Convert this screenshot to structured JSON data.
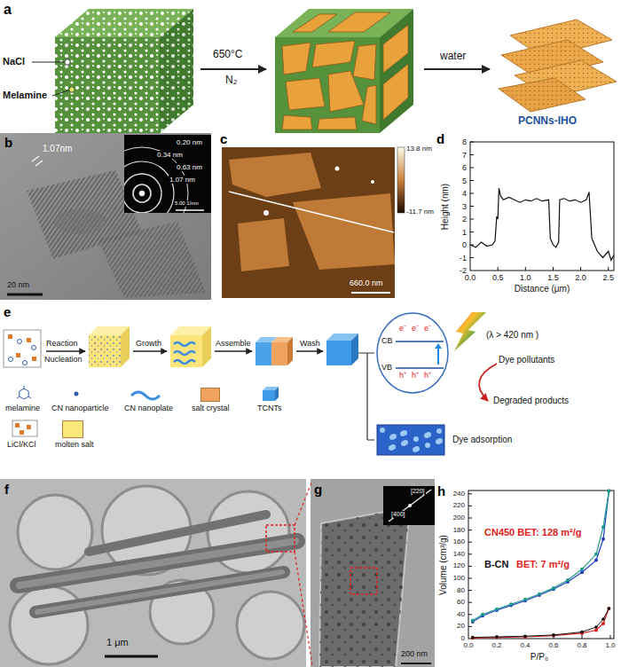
{
  "diagram": {
    "nodes": [
      {
        "text": [
          "CB",
          "VB",
          "e⁻",
          "e⁻",
          "e⁻",
          "h⁺",
          "h⁺",
          "h⁺"
        ]
      },
      {
        "text": [
          "Dye adsorption"
        ]
      }
    ],
    "labels": [
      "a",
      "NaCl",
      "Melamine",
      "650°C",
      "N₂",
      "water",
      "PCNNs-IHO",
      "b",
      "1.07nm",
      "0.20 nm",
      "0.34 nm",
      "0.63 nm",
      "1.07 nm",
      "5.00 1/nm",
      "20 nm",
      "c",
      "13.8 nm",
      "-11.7 nm",
      "660.0 nm",
      "d",
      "Height (nm)",
      "8",
      "7",
      "6",
      "5",
      "4",
      "3",
      "2",
      "1",
      "0",
      "-1",
      "-2",
      "0.0",
      "0.5",
      "1.0",
      "1.5",
      "2.0",
      "2.5",
      "Distance (μm)",
      "e",
      "Reaction",
      "Nucleation",
      "Growth",
      "Assemble",
      "Wash",
      "(λ > 420 nm )",
      "Dye pollutants",
      "Degraded products",
      "f",
      "1 μm",
      "g",
      "[220]",
      "[400]",
      "200 nm",
      "h",
      "Volume (cm³/g)",
      "240",
      "220",
      "200",
      "180",
      "160",
      "140",
      "120",
      "100",
      "80",
      "60",
      "40",
      "20",
      "0",
      "0.0",
      "0.2",
      "0.4",
      "0.6",
      "0.8",
      "1.0",
      "P/P₀",
      "CN450 BET: 128 m²/g",
      "B-CN",
      "BET: 7 m²/g"
    ],
    "legend": [
      {
        "text": "melamine"
      },
      {
        "text": "CN nanoparticle"
      },
      {
        "text": "CN nanoplate"
      },
      {
        "text": "salt crystal",
        "color": "#f0a35e"
      },
      {
        "text": "TCNTs"
      },
      {
        "text": "LiCl/KCl"
      },
      {
        "text": "molten salt",
        "color": "#fce97c"
      }
    ]
  }
}
